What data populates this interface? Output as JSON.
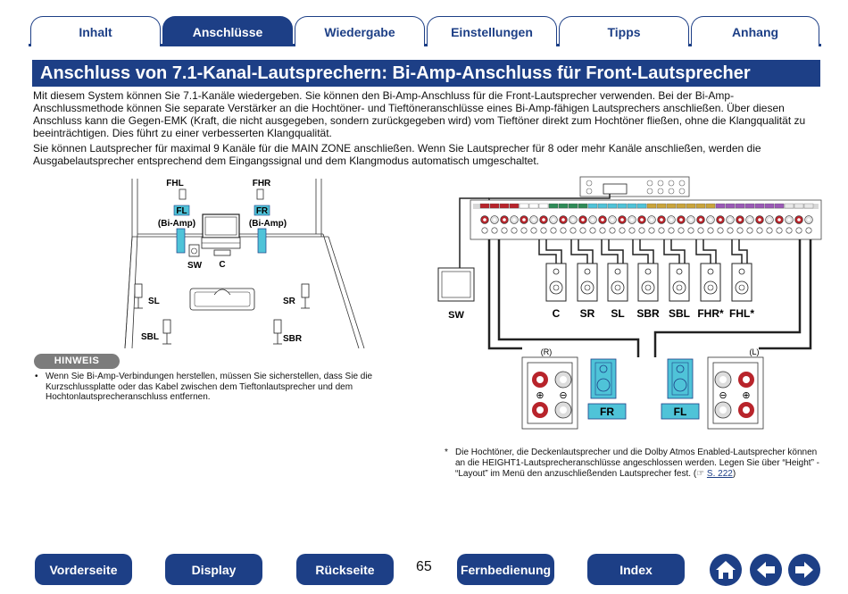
{
  "tabs": [
    {
      "label": "Inhalt",
      "active": false
    },
    {
      "label": "Anschlüsse",
      "active": true
    },
    {
      "label": "Wiedergabe",
      "active": false
    },
    {
      "label": "Einstellungen",
      "active": false
    },
    {
      "label": "Tipps",
      "active": false
    },
    {
      "label": "Anhang",
      "active": false
    }
  ],
  "title": "Anschluss von 7.1-Kanal-Lautsprechern: Bi-Amp-Anschluss für Front-Lautsprecher",
  "intro": [
    "Mit diesem System können Sie 7.1-Kanäle wiedergeben. Sie können den Bi-Amp-Anschluss für die Front-Lautsprecher verwenden. Bei der Bi-Amp-Anschlussmethode können Sie separate Verstärker an die Hochtöner- und Tieftöneranschlüsse eines Bi-Amp-fähigen Lautsprechers anschließen. Über diesen Anschluss kann die Gegen-EMK (Kraft, die nicht ausgegeben, sondern zurückgegeben wird) vom Tieftöner direkt zum Hochtöner fließen, ohne die Klangqualität zu beeinträchtigen. Dies führt zu einer verbesserten Klangqualität.",
    "Sie können Lautsprecher für maximal 9 Kanäle für die MAIN ZONE anschließen. Wenn Sie Lautsprecher für 8 oder mehr Kanäle anschließen, werden die Ausgabelautsprecher entsprechend dem Eingangssignal und dem Klangmodus automatisch umgeschaltet."
  ],
  "room": {
    "fhl": "FHL",
    "fhr": "FHR",
    "fl": "FL",
    "fr": "FR",
    "biamp": "(Bi-Amp)",
    "sw": "SW",
    "c": "C",
    "sl": "SL",
    "sr": "SR",
    "sbl": "SBL",
    "sbr": "SBR"
  },
  "hinweis": {
    "label": "HINWEIS",
    "bullet": "•",
    "text": "Wenn Sie Bi-Amp-Verbindungen herstellen, müssen Sie sicherstellen, dass Sie die Kurzschlussplatte oder das Kabel zwischen dem Tieftonlautsprecher und dem Hochtonlautsprecheranschluss entfernen."
  },
  "wiring": {
    "sw": "SW",
    "speakers": [
      "C",
      "SR",
      "SL",
      "SBR",
      "SBL",
      "FHR",
      "FHL"
    ],
    "star": "*",
    "right": "(R)",
    "left": "(L)",
    "fr": "FR",
    "fl": "FL",
    "plus": "⊕",
    "minus": "⊖"
  },
  "footnote": {
    "star": "*",
    "text": "Die Hochtöner, die Deckenlautsprecher und die Dolby Atmos Enabled-Lautsprecher können an die HEIGHT1-Lautsprecheranschlüsse angeschlossen werden. Legen Sie über “Height” - “Layout” im Menü den anzuschließenden Lautsprecher fest.",
    "ref": "S. 222"
  },
  "nav": {
    "vorderseite": "Vorderseite",
    "display": "Display",
    "rueckseite": "Rückseite",
    "page": "65",
    "fernbedienung": "Fernbedienung",
    "index": "Index"
  },
  "colors": {
    "brand": "#1d3f86",
    "speaker_cyan": "#4fc3d8",
    "terminal_red": "#b8242b"
  }
}
